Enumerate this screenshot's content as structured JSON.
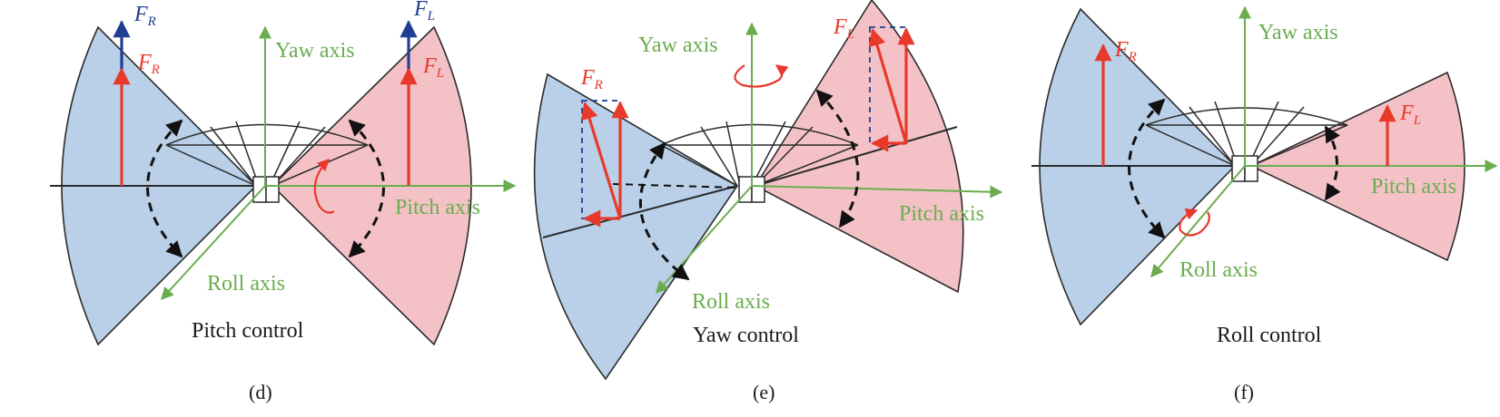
{
  "colors": {
    "left_wing_fill": "#b9d0e8",
    "right_wing_fill": "#f4c2c6",
    "axis_green": "#6aad4f",
    "force_red": "#e8392b",
    "force_blue": "#1f3f93",
    "outline": "#2b2b2b"
  },
  "panels": [
    {
      "id": "d",
      "sublabel": "(d)",
      "caption": "Pitch control",
      "axes": {
        "yaw": "Yaw axis",
        "pitch": "Pitch axis",
        "roll": "Roll axis"
      },
      "forces": {
        "right_red": {
          "main": "F",
          "sub": "R"
        },
        "right_blue": {
          "main": "F",
          "sub": "R"
        },
        "left_red": {
          "main": "F",
          "sub": "L"
        },
        "left_blue": {
          "main": "F",
          "sub": "L"
        }
      }
    },
    {
      "id": "e",
      "sublabel": "(e)",
      "caption": "Yaw control",
      "axes": {
        "yaw": "Yaw axis",
        "pitch": "Pitch axis",
        "roll": "Roll axis"
      },
      "forces": {
        "right": {
          "main": "F",
          "sub": "R"
        },
        "left": {
          "main": "F",
          "sub": "L"
        }
      }
    },
    {
      "id": "f",
      "sublabel": "(f)",
      "caption": "Roll control",
      "axes": {
        "yaw": "Yaw axis",
        "pitch": "Pitch axis",
        "roll": "Roll axis"
      },
      "forces": {
        "right": {
          "main": "F",
          "sub": "R"
        },
        "left": {
          "main": "F",
          "sub": "L"
        }
      }
    }
  ]
}
